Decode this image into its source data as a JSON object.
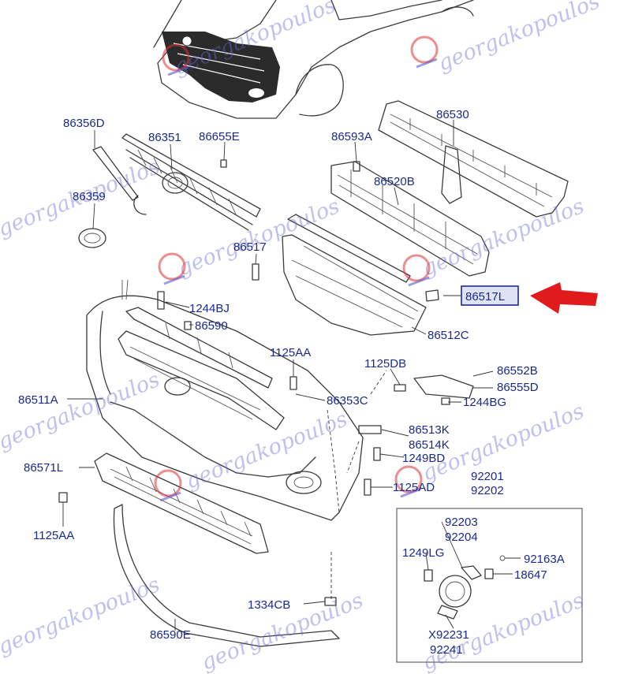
{
  "watermark": "georgakopoulos",
  "highlight_color": "#1a2a8c",
  "arrow_color": "#e01b1b",
  "part_labels": {
    "p86356D": "86356D",
    "p86351": "86351",
    "p86655E": "86655E",
    "p86359": "86359",
    "p86593A": "86593A",
    "p86530": "86530",
    "p86520B": "86520B",
    "p86517": "86517",
    "p86517L": "86517L",
    "p1244BJ": "1244BJ",
    "p86590": "86590",
    "p86512C": "86512C",
    "p1125AA_top": "1125AA",
    "p1125DB": "1125DB",
    "p86552B": "86552B",
    "p86555D": "86555D",
    "p86511A": "86511A",
    "p86353C": "86353C",
    "p1244BG": "1244BG",
    "p86513K": "86513K",
    "p86514K": "86514K",
    "p1249BD": "1249BD",
    "p86571L": "86571L",
    "p1125AD": "1125AD",
    "p92201": "92201",
    "p92202": "92202",
    "p1125AA_bot": "1125AA",
    "p92203": "92203",
    "p92204": "92204",
    "p1249LG": "1249LG",
    "p92163A": "92163A",
    "p18647": "18647",
    "p1334CB": "1334CB",
    "p86590E": "86590E",
    "pX92231": "X92231",
    "p92241": "92241"
  }
}
